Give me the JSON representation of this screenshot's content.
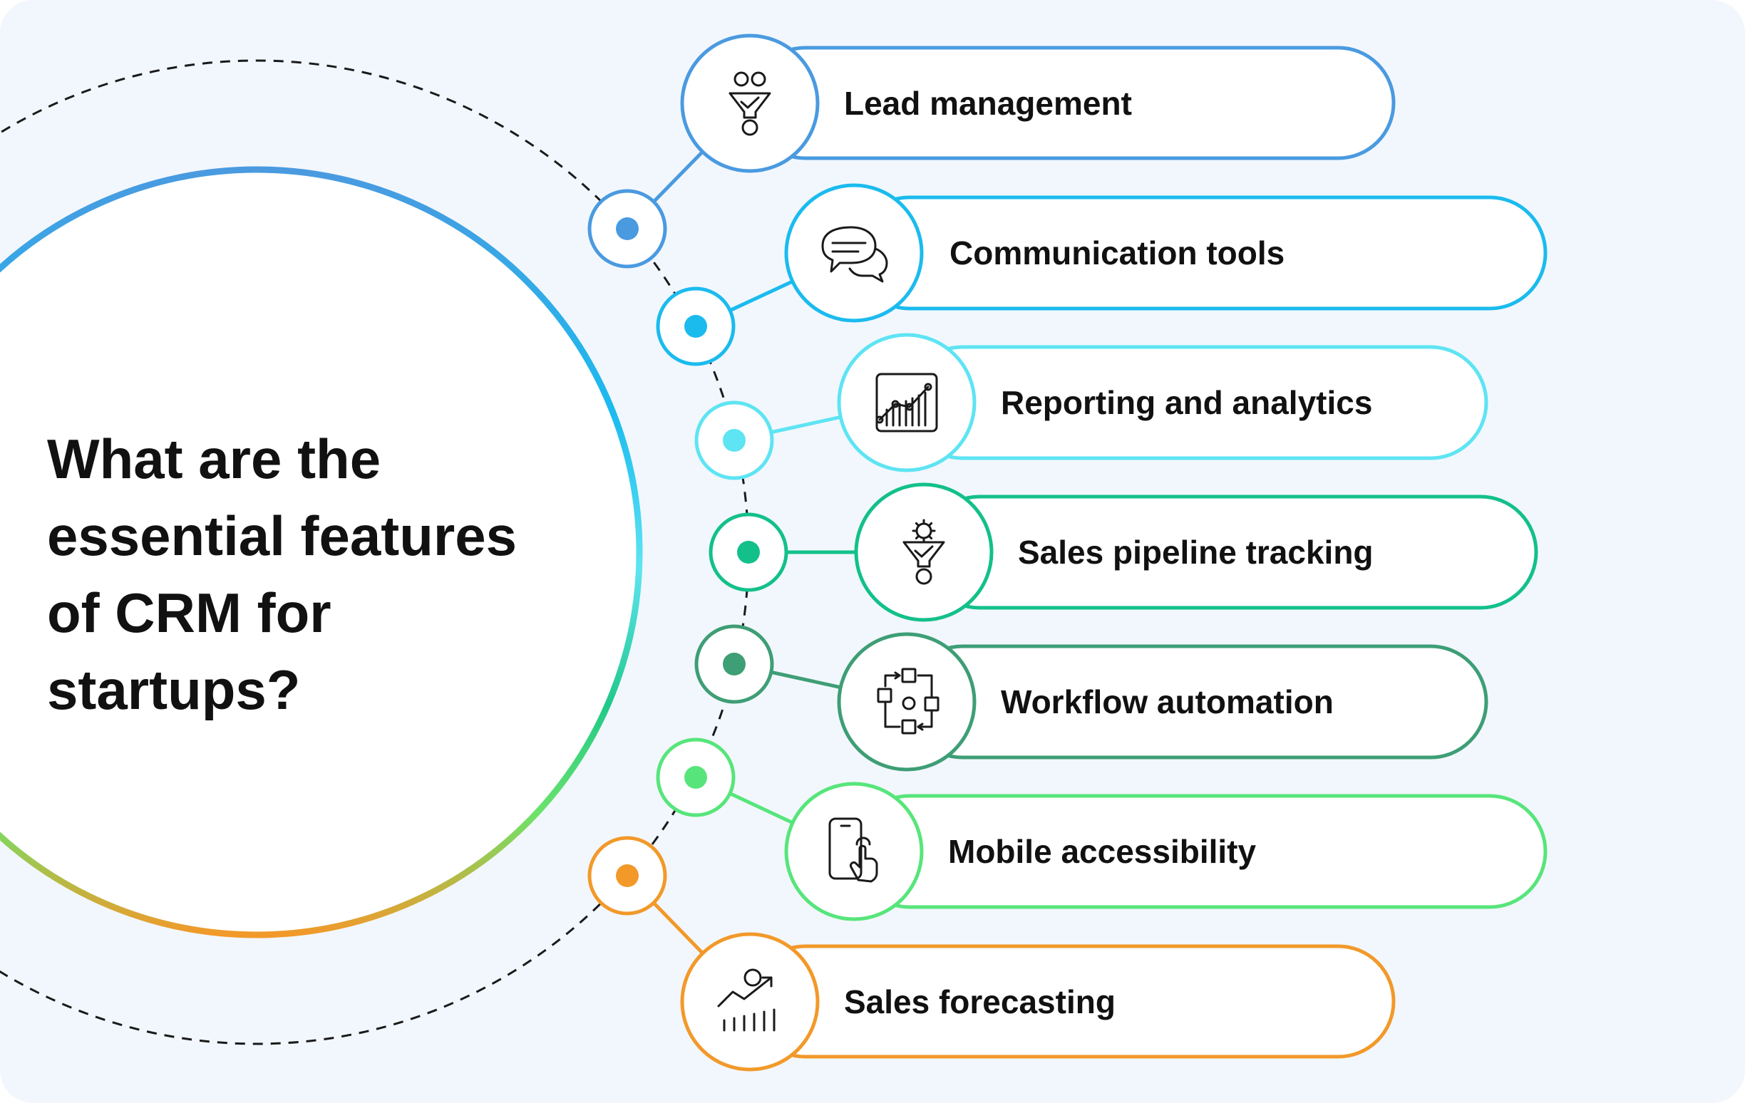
{
  "title": "What are the essential features of CRM for startups?",
  "features": [
    {
      "label": "Lead management",
      "icon": "funnel-dollar-icon",
      "color": "#4a9ae0"
    },
    {
      "label": "Communication tools",
      "icon": "chat-bubbles-icon",
      "color": "#1bbbee"
    },
    {
      "label": "Reporting and analytics",
      "icon": "analytics-chart-icon",
      "color": "#5ee4f3"
    },
    {
      "label": "Sales pipeline tracking",
      "icon": "pipeline-funnel-icon",
      "color": "#13c08a"
    },
    {
      "label": "Workflow automation",
      "icon": "workflow-icon",
      "color": "#3e9e75"
    },
    {
      "label": "Mobile accessibility",
      "icon": "mobile-touch-icon",
      "color": "#57e57b"
    },
    {
      "label": "Sales forecasting",
      "icon": "forecast-chart-icon",
      "color": "#f2992a"
    }
  ]
}
